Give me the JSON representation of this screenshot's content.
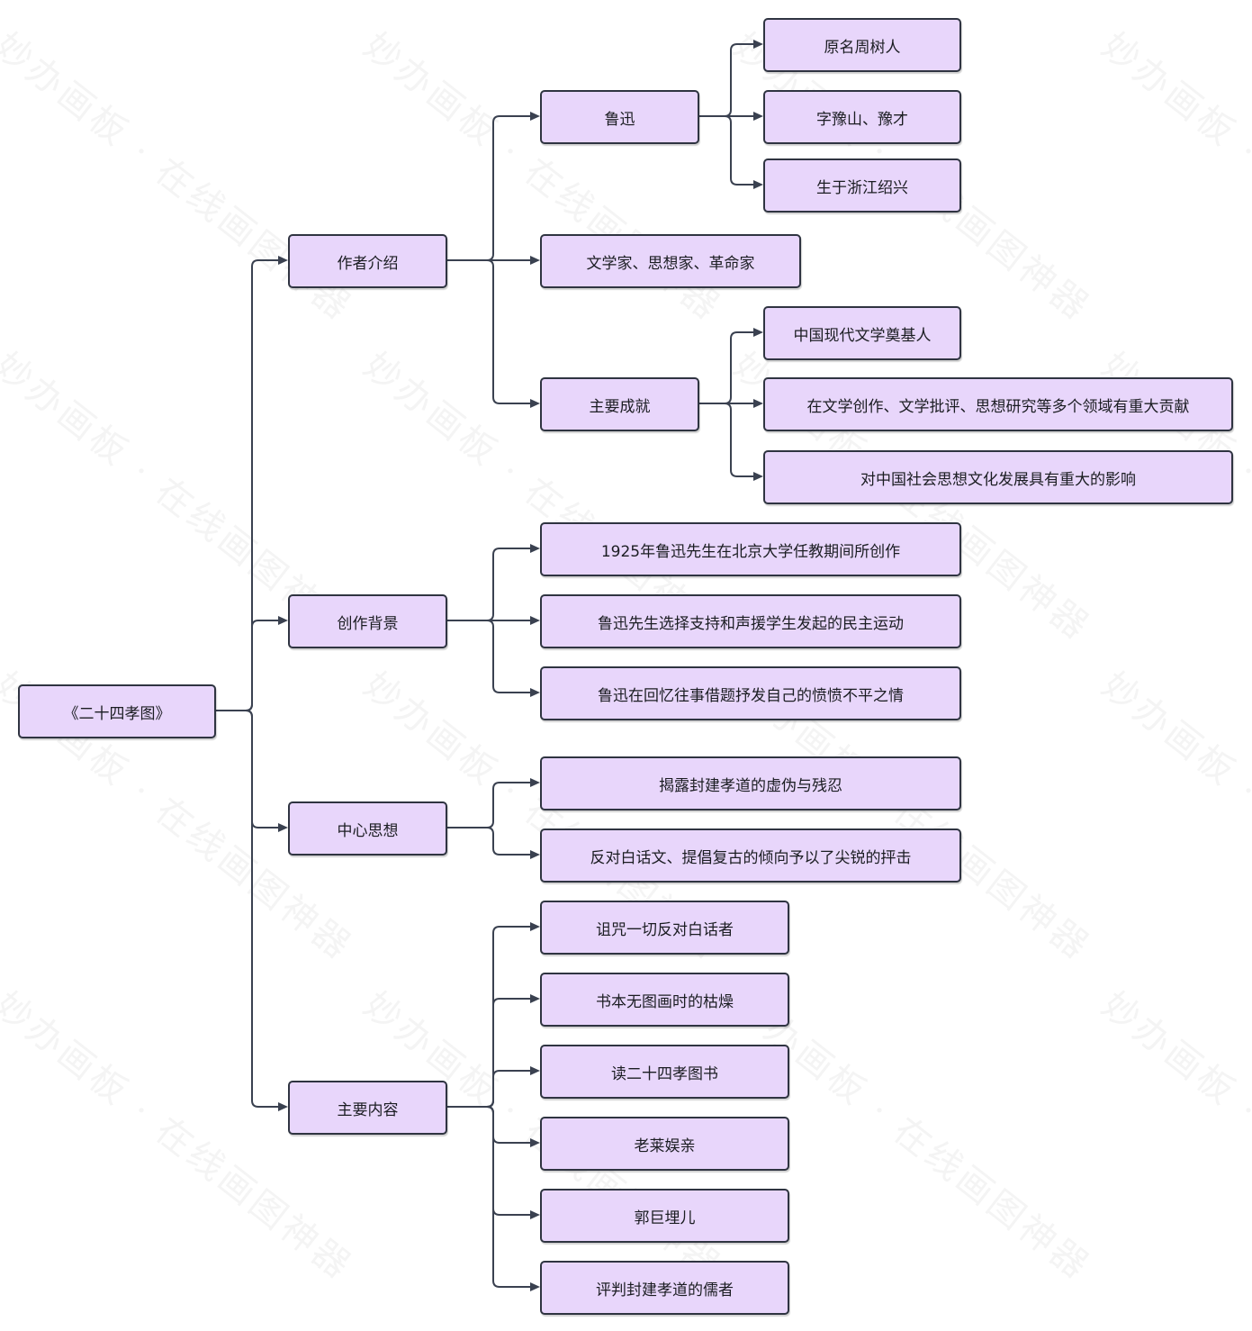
{
  "root": {
    "label": "《二十四孝图》"
  },
  "branches": [
    {
      "label": "作者介绍",
      "children": [
        {
          "label": "鲁迅",
          "children": [
            {
              "label": "原名周树人"
            },
            {
              "label": "字豫山、豫才"
            },
            {
              "label": "生于浙江绍兴"
            }
          ]
        },
        {
          "label": "文学家、思想家、革命家"
        },
        {
          "label": "主要成就",
          "children": [
            {
              "label": "中国现代文学奠基人"
            },
            {
              "label": "在文学创作、文学批评、思想研究等多个领域有重大贡献"
            },
            {
              "label": "对中国社会思想文化发展具有重大的影响"
            }
          ]
        }
      ]
    },
    {
      "label": "创作背景",
      "children": [
        {
          "label": "1925年鲁迅先生在北京大学任教期间所创作"
        },
        {
          "label": "鲁迅先生选择支持和声援学生发起的民主运动"
        },
        {
          "label": "鲁迅在回忆往事借题抒发自己的愤愤不平之情"
        }
      ]
    },
    {
      "label": "中心思想",
      "children": [
        {
          "label": "揭露封建孝道的虚伪与残忍"
        },
        {
          "label": "反对白话文、提倡复古的倾向予以了尖锐的抨击"
        }
      ]
    },
    {
      "label": "主要内容",
      "children": [
        {
          "label": "诅咒一切反对白话者"
        },
        {
          "label": "书本无图画时的枯燥"
        },
        {
          "label": "读二十四孝图书"
        },
        {
          "label": "老莱娱亲"
        },
        {
          "label": "郭巨埋儿"
        },
        {
          "label": "评判封建孝道的儒者"
        }
      ]
    }
  ],
  "watermark": "妙办画板 · 在线画图神器",
  "colors": {
    "node_fill": "#e8d6fb",
    "node_border": "#2f3441",
    "edge": "#3a4150"
  }
}
